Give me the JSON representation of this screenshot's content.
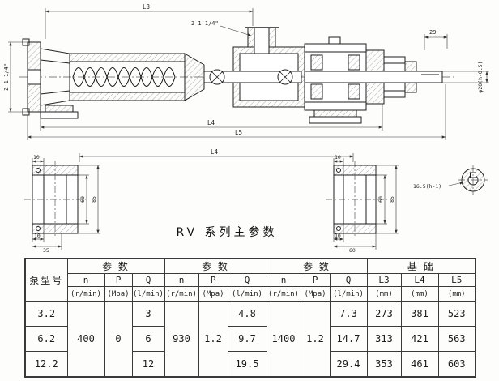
{
  "title": "RV 系列主参数",
  "drawing": {
    "labels": {
      "l3": "L3",
      "l4_main": "L4",
      "l5": "L5",
      "l4_detail": "L4",
      "z_top": "Z 1 1/4\"",
      "z_left": "Z 1 1/4\"",
      "dim_29": "29",
      "shaft_dim": "φ20(h-0.5)",
      "key_dim": "16.5(h-1)",
      "lb_top_10": "10",
      "lb_inner_60": "60",
      "lb_outer_85": "85",
      "lb_bottom_10": "10",
      "lb_bottom_35": "35",
      "rb_top_10": "10",
      "rb_inner_60": "60",
      "rb_outer_85": "85",
      "rb_bottom_10": "10",
      "rb_bottom_60": "60"
    }
  },
  "table": {
    "headers": {
      "model": "泵型号",
      "param": "参  数",
      "base": "基  础",
      "n": "n",
      "p": "P",
      "q": "Q",
      "l3": "L3",
      "l4": "L4",
      "l5": "L5",
      "unit_n": "(r/min)",
      "unit_p": "(Mpa)",
      "unit_q": "(l/min)",
      "unit_mm": "(mm)"
    },
    "merged": {
      "n1": "400",
      "p1": "0",
      "n2": "930",
      "p2": "1.2",
      "n3": "1400",
      "p3": "1.2"
    },
    "rows": [
      {
        "model": "3.2",
        "q1": "3",
        "q2": "4.8",
        "q3": "7.3",
        "l3": "273",
        "l4": "381",
        "l5": "523"
      },
      {
        "model": "6.2",
        "q1": "6",
        "q2": "9.7",
        "q3": "14.7",
        "l3": "313",
        "l4": "421",
        "l5": "563"
      },
      {
        "model": "12.2",
        "q1": "12",
        "q2": "19.5",
        "q3": "29.4",
        "l3": "353",
        "l4": "461",
        "l5": "603"
      }
    ]
  }
}
